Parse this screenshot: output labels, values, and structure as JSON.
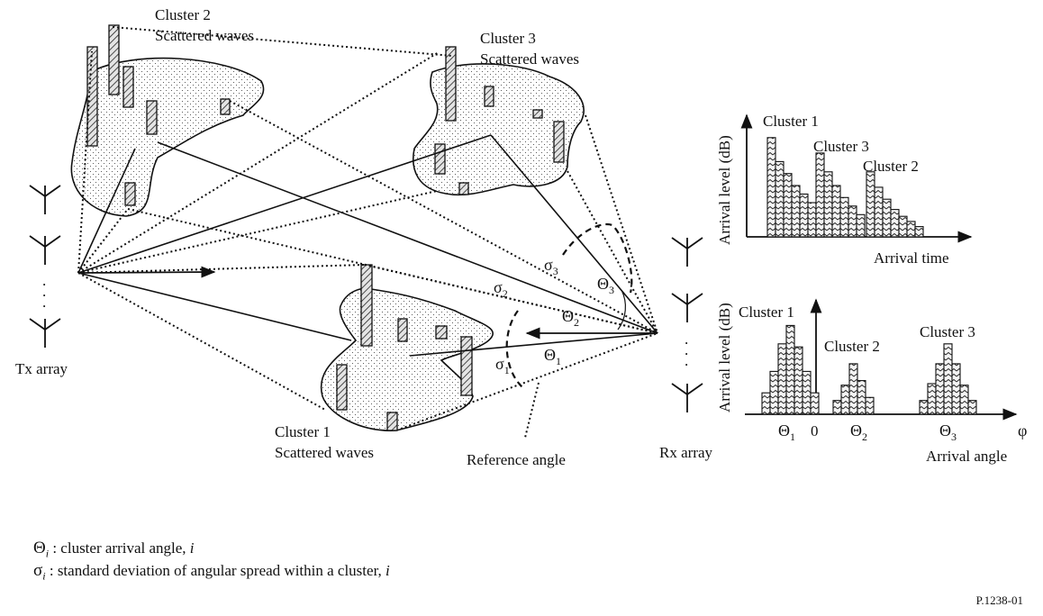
{
  "clusters": [
    {
      "name": "Cluster 1",
      "caption": "Scattered waves"
    },
    {
      "name": "Cluster 2",
      "caption": "Scattered waves"
    },
    {
      "name": "Cluster 3",
      "caption": "Scattered waves"
    }
  ],
  "tx_label": "Tx array",
  "rx_label": "Rx array",
  "tx_ellipsis": ".\n.\n.",
  "rx_ellipsis": ".\n.\n.",
  "reference_angle": "Reference angle",
  "angle_labels": {
    "sigma1": "σ",
    "sigma1_sub": "1",
    "sigma2": "σ",
    "sigma2_sub": "2",
    "sigma3": "σ",
    "sigma3_sub": "3",
    "theta1": "Θ",
    "theta1_sub": "1",
    "theta2": "Θ",
    "theta2_sub": "2",
    "theta3": "Θ",
    "theta3_sub": "3"
  },
  "time_chart": {
    "ylabel": "Arrival level (dB)",
    "xlabel": "Arrival time",
    "cluster_labels": [
      "Cluster 1",
      "Cluster 3",
      "Cluster 2"
    ],
    "groups": [
      {
        "name": "Cluster 1",
        "values": [
          5.8,
          4.4,
          3.7,
          3.0,
          2.5,
          2.0,
          1.6
        ]
      },
      {
        "name": "Cluster 3",
        "values": [
          4.9,
          3.8,
          3.0,
          2.3,
          1.8,
          1.3
        ]
      },
      {
        "name": "Cluster 2",
        "values": [
          3.8,
          2.9,
          2.2,
          1.6,
          1.2,
          0.9,
          0.6
        ]
      }
    ]
  },
  "angle_chart": {
    "ylabel": "Arrival level (dB)",
    "xlabel": "Arrival angle",
    "axis_symbol": "φ",
    "zero": "0",
    "cluster_labels": [
      "Cluster 1",
      "Cluster 2",
      "Cluster 3"
    ],
    "tick_theta": "Θ",
    "tick_subs": [
      "1",
      "2",
      "3"
    ],
    "groups": [
      {
        "name": "Cluster 1",
        "values": [
          1.4,
          2.8,
          4.6,
          5.8,
          4.4,
          2.8,
          1.4
        ]
      },
      {
        "name": "Cluster 2",
        "values": [
          0.9,
          1.9,
          3.3,
          2.2,
          1.1
        ]
      },
      {
        "name": "Cluster 3",
        "values": [
          0.9,
          2.0,
          3.3,
          4.6,
          3.3,
          1.9,
          0.9
        ]
      }
    ]
  },
  "legend": {
    "line1_sym": "Θ",
    "line1_sub": "i",
    "line1_text": " : cluster arrival angle, ",
    "line1_var": "i",
    "line2_sym": "σ",
    "line2_sub": "i",
    "line2_text": " : standard deviation of angular spread within a cluster, ",
    "line2_var": "i"
  },
  "figure_id": "P.1238-01"
}
